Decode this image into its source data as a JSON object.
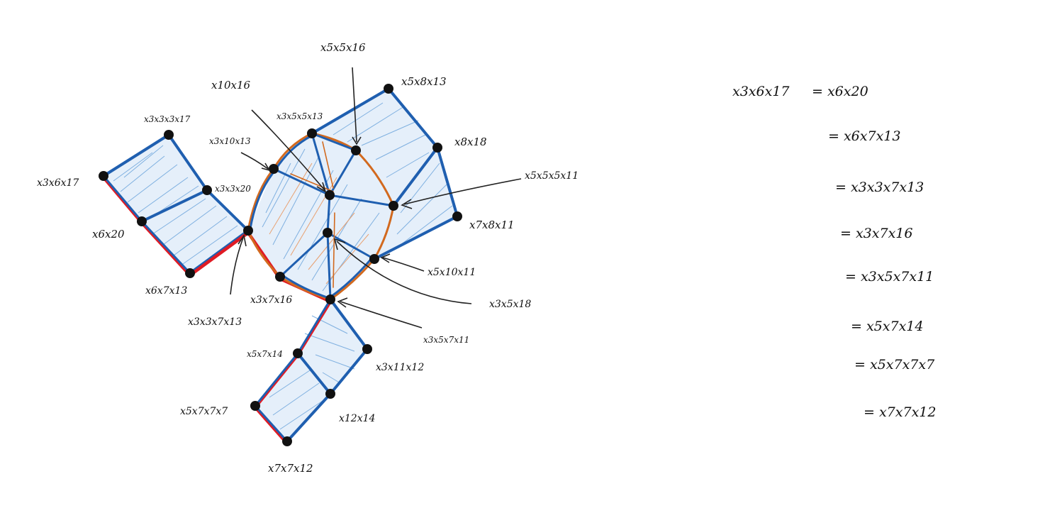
{
  "diagram": {
    "vertex_labels": [
      "x5x5x16",
      "x5x8x13",
      "x10x16",
      "x3x5x5x13",
      "x3x3x3x17",
      "x3x10x13",
      "x8x18",
      "x3x6x17",
      "x3x3x20",
      "x5x5x5x11",
      "x6x20",
      "x7x8x11",
      "x5x10x11",
      "x6x7x13",
      "x3x7x16",
      "x3x5x18",
      "x3x3x7x13",
      "x3x5x7x11",
      "x5x7x14",
      "x3x11x12",
      "x5x7x7x7",
      "x12x14",
      "x7x7x12"
    ]
  },
  "equations": {
    "lhs": "x3x6x17",
    "lines": [
      "= x6x20",
      "= x6x7x13",
      "= x3x3x7x13",
      "= x3x7x16",
      "= x3x5x7x11",
      "= x5x7x14",
      "= x5x7x7x7",
      "= x7x7x12"
    ]
  },
  "colors": {
    "blue_edges": "#1f5fb0",
    "orange_edges": "#d2691e",
    "red_edges": "#e01b24",
    "hatch": "#7fb0e0",
    "vertices": "#111111"
  }
}
